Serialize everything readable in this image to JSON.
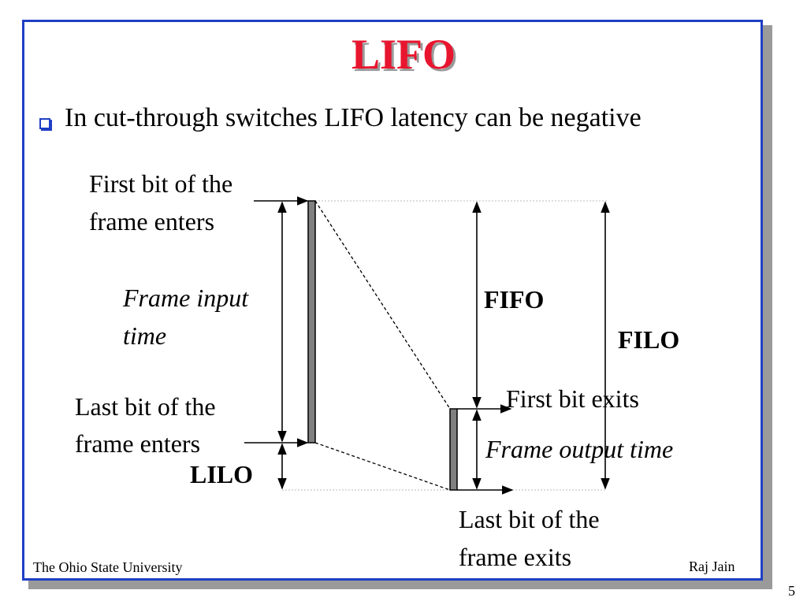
{
  "title": "LIFO",
  "bullet": "In cut-through switches LIFO latency can be negative",
  "labels": {
    "first_bit_enters_1": "First bit of the",
    "first_bit_enters_2": "frame enters",
    "frame_input_1": "Frame input",
    "frame_input_2": "time",
    "last_bit_enters_1": "Last bit of the",
    "last_bit_enters_2": "frame enters",
    "lilo": "LILO",
    "fifo": "FIFO",
    "filo": "FILO",
    "first_bit_exits": "First bit exits",
    "frame_output": "Frame output time",
    "last_bit_exits_1": "Last bit of the",
    "last_bit_exits_2": "frame exits"
  },
  "footer": {
    "left": "The Ohio State University",
    "right": "Raj Jain",
    "page": "5"
  },
  "colors": {
    "title": "#e8152e",
    "border": "#1f3fc4",
    "bar": "#808080"
  }
}
